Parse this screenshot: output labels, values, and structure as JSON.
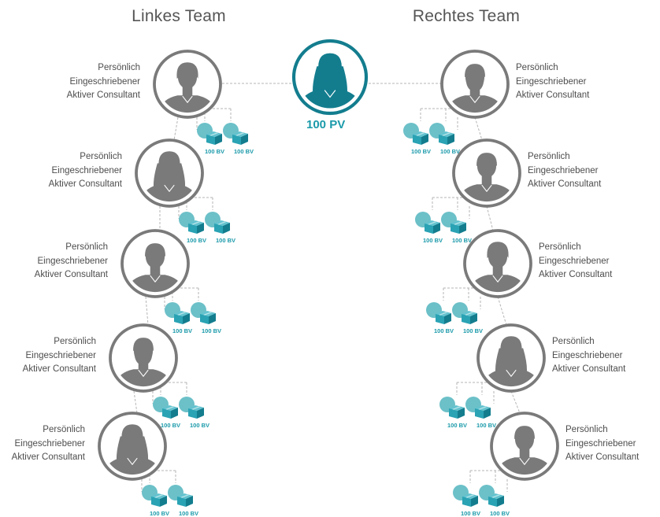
{
  "teams": {
    "left_title": "Linkes Team",
    "right_title": "Rechtes Team"
  },
  "center": {
    "pv_label": "100 PV"
  },
  "consultant_label": {
    "line1": "Persönlich",
    "line2": "Eingeschriebener",
    "line3": "Aktiver Consultant"
  },
  "bv_label": "100 BV",
  "left_team": [
    {
      "avatar": "woman-short-hair"
    },
    {
      "avatar": "woman-long-hair"
    },
    {
      "avatar": "man-short-hair"
    },
    {
      "avatar": "man-beard"
    },
    {
      "avatar": "woman-long-hair"
    }
  ],
  "right_team": [
    {
      "avatar": "man-beard"
    },
    {
      "avatar": "man-short-hair"
    },
    {
      "avatar": "woman-short-hair"
    },
    {
      "avatar": "woman-long-hair"
    },
    {
      "avatar": "man-short-hair"
    }
  ],
  "colors": {
    "avatar_gray": "#7a7a7a",
    "center_teal": "#137d8e",
    "accent_teal": "#1a9aaa",
    "circle_light_teal": "#6cc0c8",
    "box_teal": "#2aa3b4",
    "line_gray": "#b5b5b5"
  },
  "icons": {
    "consultant": "person-avatar-icon",
    "product": "product-box-icon",
    "customer": "customer-circle-icon"
  }
}
